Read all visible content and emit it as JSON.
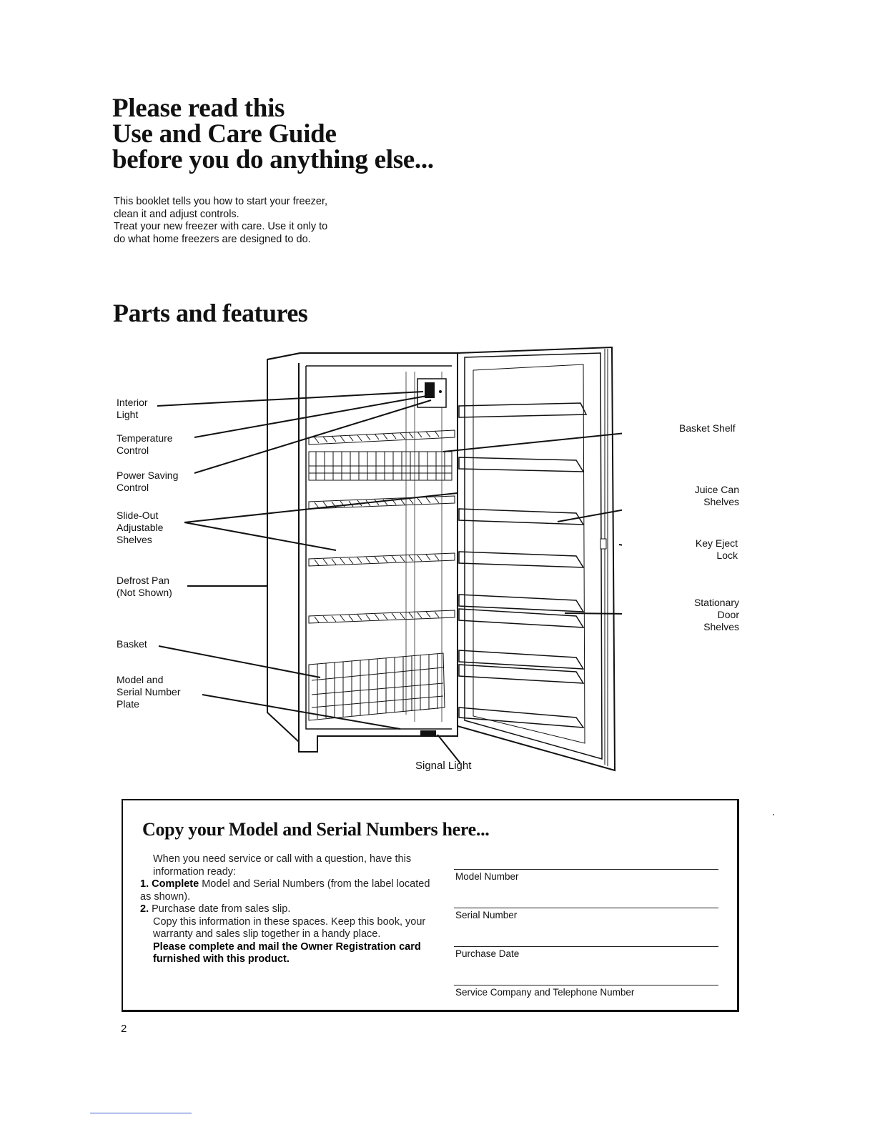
{
  "headline": {
    "line1": "Please read this",
    "line2": "Use and Care Guide",
    "line3": "before you do anything else..."
  },
  "intro": {
    "line1": "This booklet tells you how to start your freezer,",
    "line2": "clean it and adjust controls.",
    "line3": "Treat your new freezer with care. Use it only to",
    "line4": "do what home freezers are designed to do."
  },
  "parts_heading": "Parts and features",
  "labels": {
    "interior_light": [
      "Interior",
      "Light"
    ],
    "temperature_control": [
      "Temperature",
      "Control"
    ],
    "power_saving_control": [
      "Power Saving",
      "Control"
    ],
    "slide_out_shelves": [
      "Slide-Out",
      "Adjustable",
      "Shelves"
    ],
    "defrost_pan": [
      "Defrost Pan",
      "(Not Shown)"
    ],
    "basket": [
      "Basket"
    ],
    "model_serial_plate": [
      "Model and",
      "Serial Number",
      "Plate"
    ],
    "basket_shelf": [
      "Basket Shelf"
    ],
    "juice_can_shelves": [
      "Juice Can",
      "Shelves"
    ],
    "key_eject_lock": [
      "Key Eject",
      "Lock"
    ],
    "stationary_door_shelves": [
      "Stationary",
      "Door",
      "Shelves"
    ],
    "signal_light": [
      "Signal Light"
    ]
  },
  "copy_box": {
    "heading": "Copy your Model and Serial Numbers here...",
    "p1": "When you need service or call with a question, have this information ready:",
    "item1_num": "1.",
    "item1_bold": "Complete",
    "item1_text": " Model and Serial Numbers (from the label located as shown).",
    "item2_num": "2.",
    "item2_text": " Purchase date from sales slip.",
    "p2": "Copy this information in these spaces. Keep this book, your warranty and sales slip together in a handy place.",
    "p3": "Please complete and mail the Owner Registration card furnished with this product.",
    "fields": [
      "Model Number",
      "Serial Number",
      "Purchase Date",
      "Service Company and Telephone Number"
    ]
  },
  "page_number": "2"
}
